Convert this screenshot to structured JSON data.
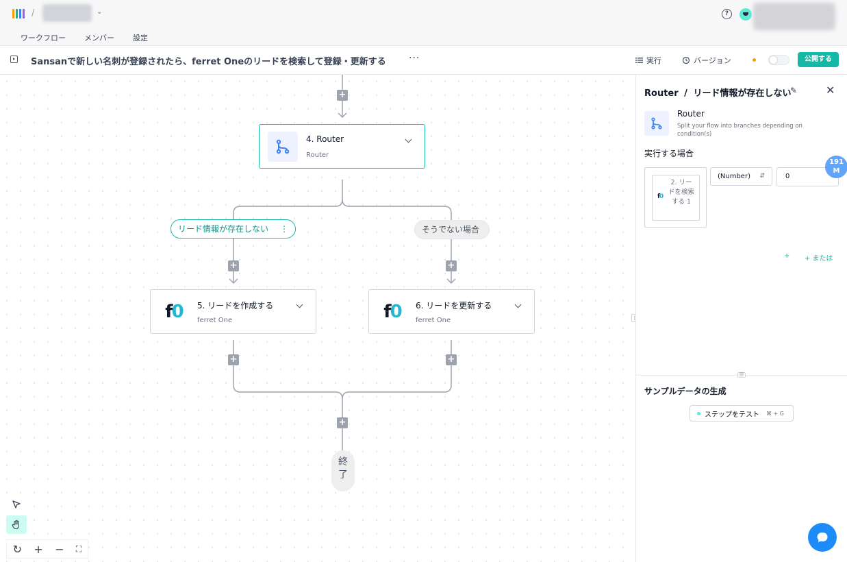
{
  "topbar": {
    "separator": "/",
    "nav_tabs": [
      "ワークフロー",
      "メンバー",
      "設定"
    ],
    "help_label": "?"
  },
  "titlebar": {
    "flow_title": "Sansanで新しい名刺が登録されたら、ferret Oneのリードを検索して登録・更新する",
    "more_label": "···",
    "run_label": "実行",
    "version_label": "バージョン",
    "publish_label": "公開する"
  },
  "canvas": {
    "router_node": {
      "title": "4. Router",
      "subtitle": "Router"
    },
    "branches": [
      {
        "label": "リード情報が存在しない",
        "active": true
      },
      {
        "label": "そうでない場合",
        "active": false
      }
    ],
    "nodes": [
      {
        "title": "5. リードを作成する",
        "subtitle": "ferret One"
      },
      {
        "title": "6. リードを更新する",
        "subtitle": "ferret One"
      }
    ],
    "end_label": [
      "終",
      "了"
    ],
    "plus_label": "+",
    "logo_text": {
      "f": "f",
      "o": "0"
    },
    "zoom_controls": [
      "↻",
      "+",
      "−",
      "⛶"
    ]
  },
  "panel": {
    "header_step": "Router",
    "header_sep": "/",
    "header_branch": "リード情報が存在しない",
    "close_label": "✕",
    "edit_label": "✎",
    "step_name": "Router",
    "step_description": "Split your flow into branches depending on condition(s)",
    "condition_label": "実行する場合",
    "condition_operand": "2. リードを検索する 1",
    "condition_type": "(Number)",
    "condition_value": "0",
    "badge_text": [
      "191",
      "M"
    ],
    "add_and_label": "+",
    "add_or_label": "+ または",
    "sample_title": "サンプルデータの生成",
    "test_button_label": "ステップをテスト",
    "test_shortcut": "⌘ + G"
  },
  "colors": {
    "accent": "#14b8a6",
    "router_icon": "#3b82f6",
    "logo_cyan": "#22b8cf",
    "chat": "#1d8cf8"
  }
}
